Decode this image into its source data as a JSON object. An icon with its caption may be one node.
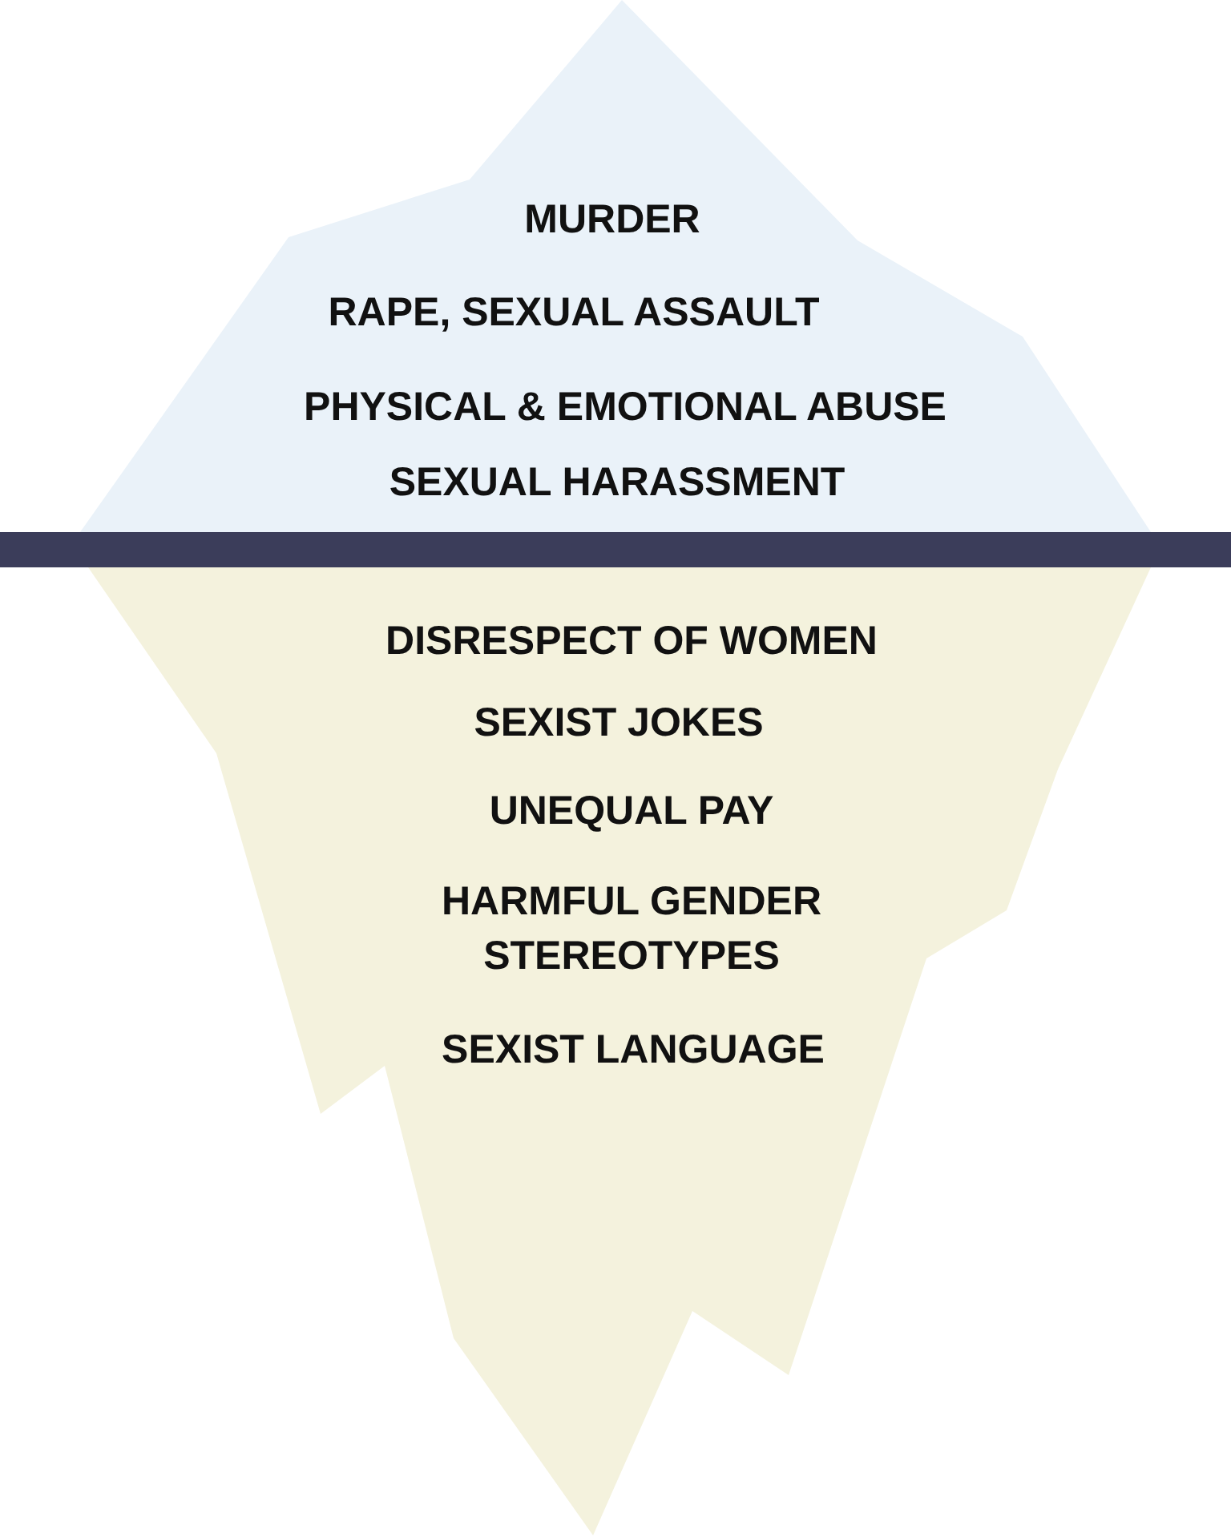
{
  "diagram": {
    "nodes": [
      {
        "text": [
          "MURDER",
          "RAPE, SEXUAL ASSAULT",
          "PHYSICAL & EMOTIONAL ABUSE",
          "SEXUAL HARASSMENT"
        ]
      },
      {
        "text": [],
        "shape": "bar"
      },
      {
        "text": [
          "DISRESPECT OF WOMEN",
          "SEXIST JOKES",
          "UNEQUAL PAY",
          "HARMFUL GENDER STEREOTYPES",
          "SEXIST LANGUAGE"
        ]
      }
    ]
  }
}
